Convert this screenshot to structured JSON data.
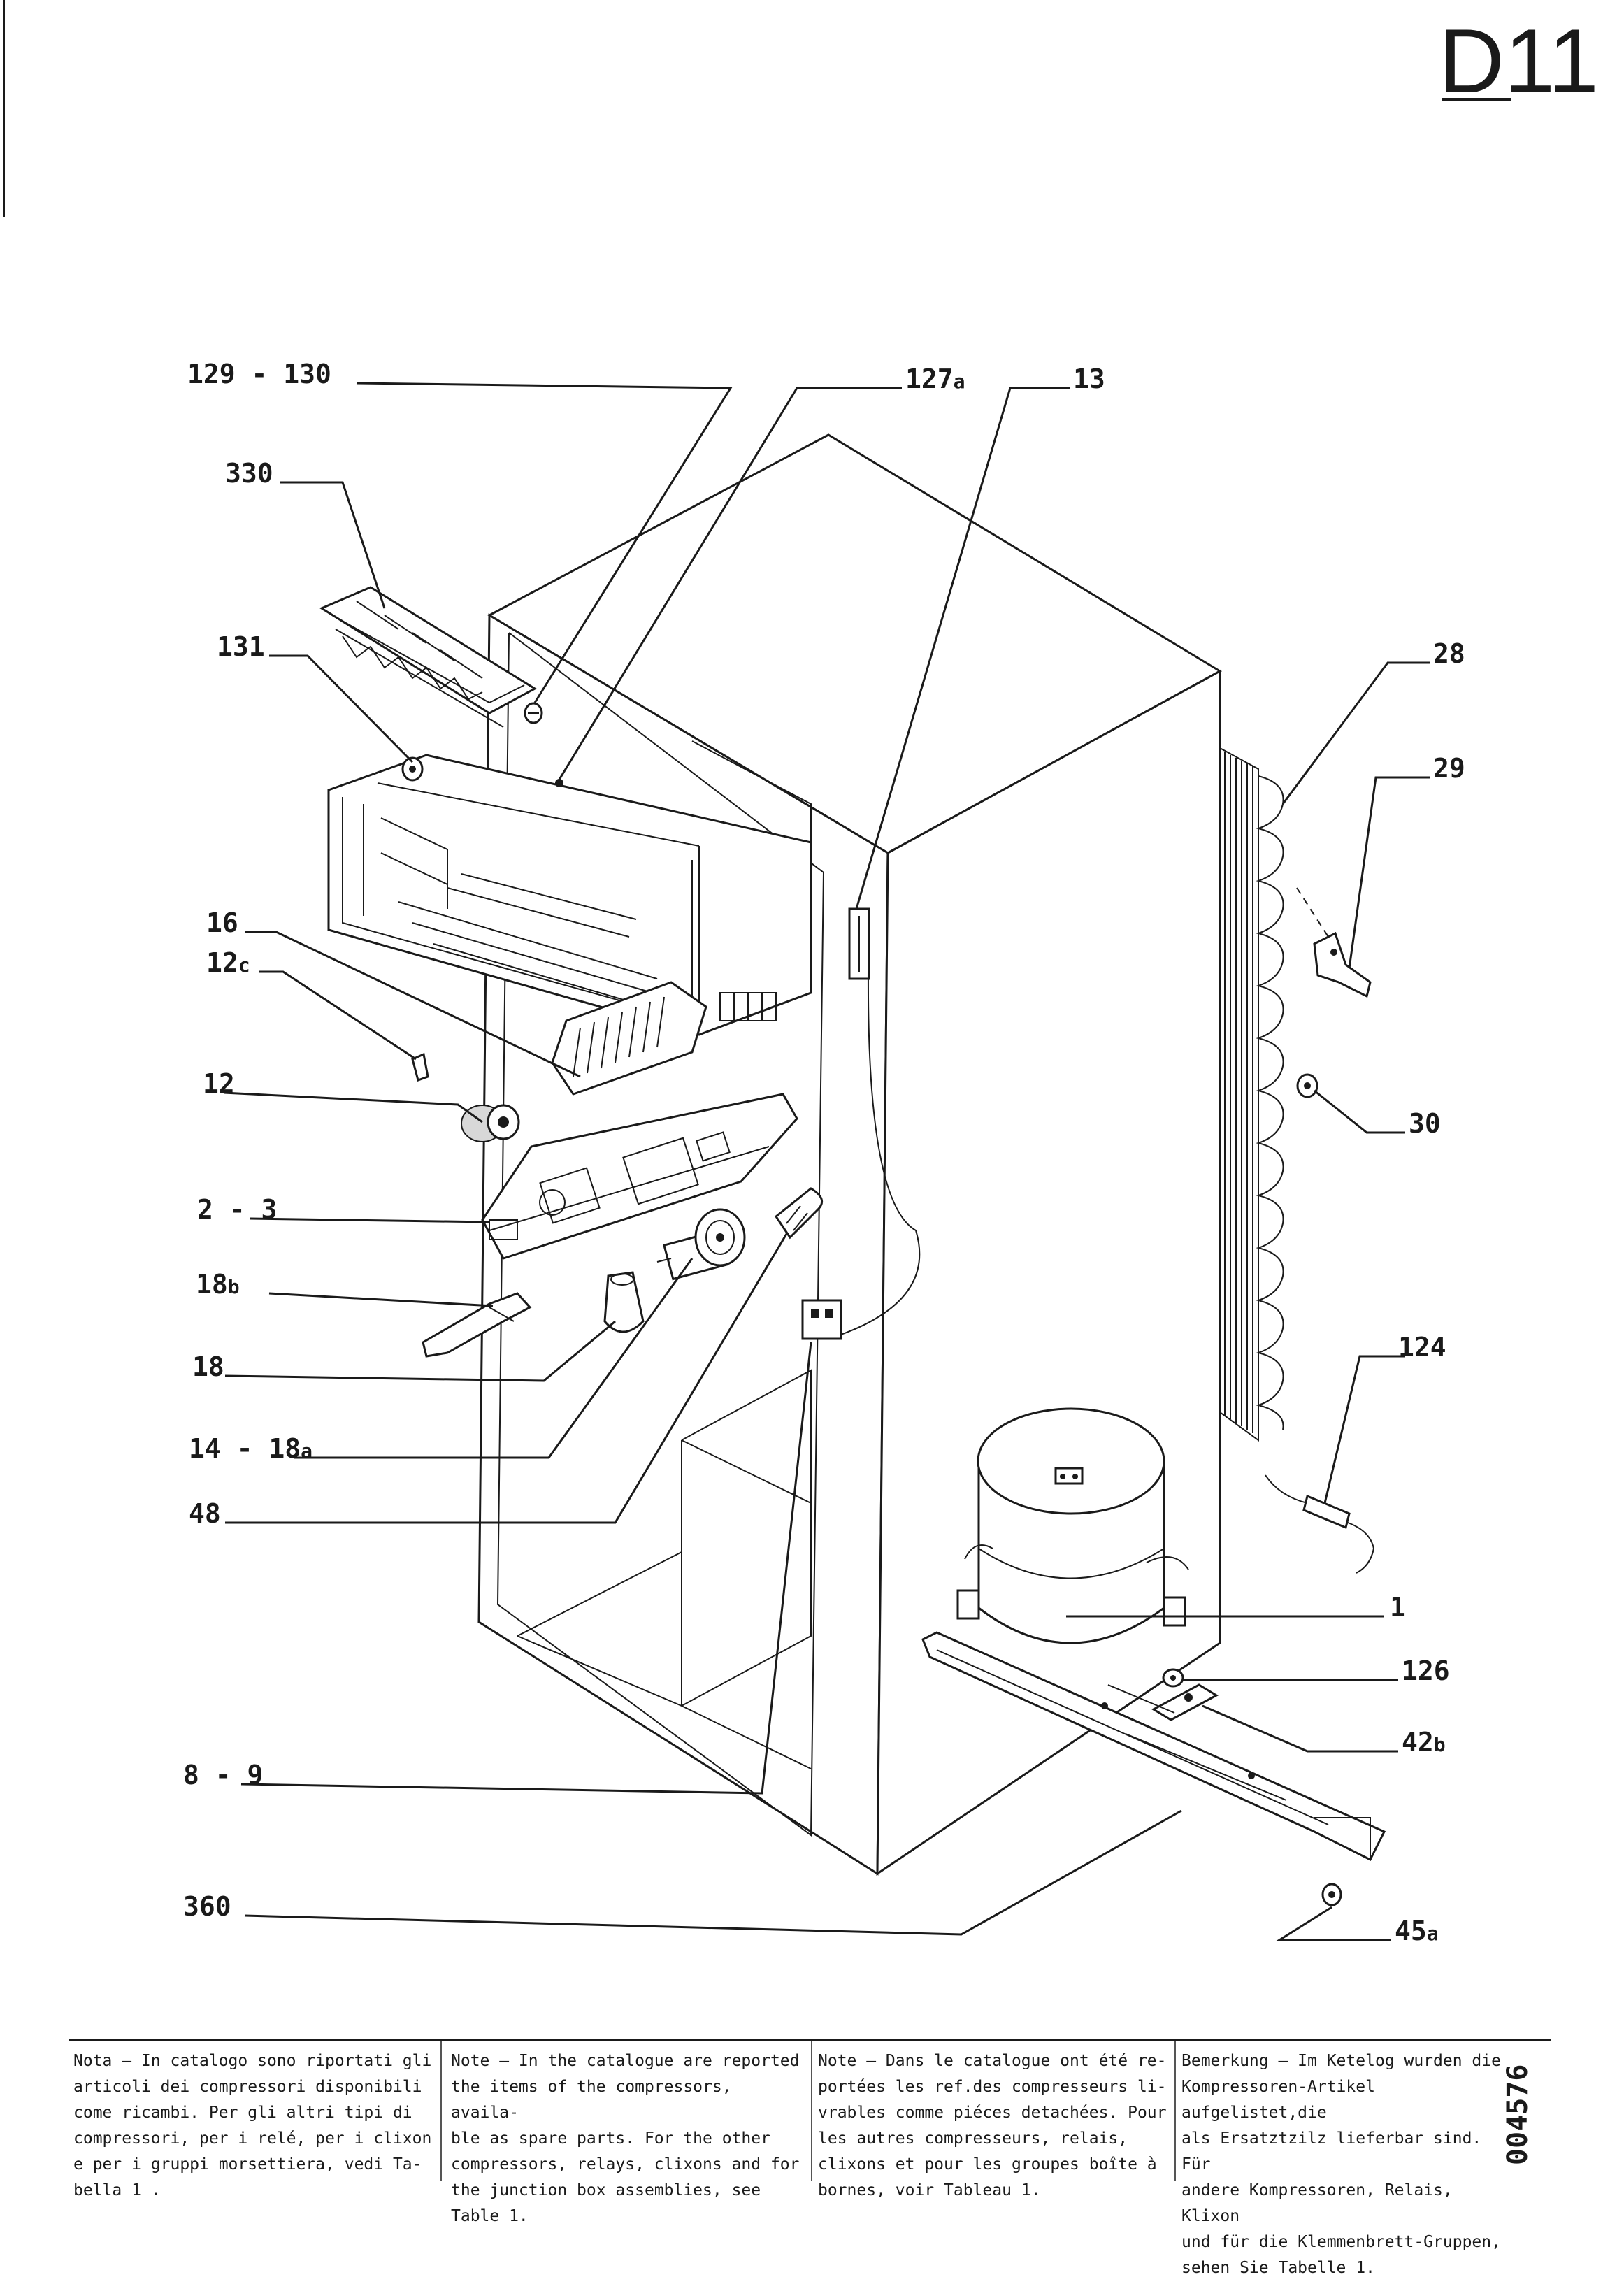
{
  "page_code": "D11",
  "document_code": "004576",
  "callouts": [
    {
      "id": "c-129-130",
      "label": "129 - 130"
    },
    {
      "id": "c-127a",
      "label": "127",
      "sub": "a"
    },
    {
      "id": "c-13",
      "label": "13"
    },
    {
      "id": "c-330",
      "label": "330"
    },
    {
      "id": "c-131",
      "label": "131"
    },
    {
      "id": "c-28",
      "label": "28"
    },
    {
      "id": "c-29",
      "label": "29"
    },
    {
      "id": "c-16",
      "label": "16"
    },
    {
      "id": "c-12c",
      "label": "12",
      "sub": "c"
    },
    {
      "id": "c-12",
      "label": "12"
    },
    {
      "id": "c-30",
      "label": "30"
    },
    {
      "id": "c-2-3",
      "label": "2 - 3"
    },
    {
      "id": "c-18b",
      "label": "18",
      "sub": "b"
    },
    {
      "id": "c-18",
      "label": "18"
    },
    {
      "id": "c-124",
      "label": "124"
    },
    {
      "id": "c-14-18a",
      "label": "14 - 18",
      "sub": "a"
    },
    {
      "id": "c-48",
      "label": "48"
    },
    {
      "id": "c-1",
      "label": "1"
    },
    {
      "id": "c-126",
      "label": "126"
    },
    {
      "id": "c-42b",
      "label": "42",
      "sub": "b"
    },
    {
      "id": "c-8-9",
      "label": "8 - 9"
    },
    {
      "id": "c-360",
      "label": "360"
    },
    {
      "id": "c-45a",
      "label": "45",
      "sub": "a"
    }
  ],
  "notes": [
    {
      "lang": "it",
      "text": "Nota – In catalogo sono riportati gli\narticoli dei compressori disponibili\ncome ricambi. Per gli altri tipi di\ncompressori, per i relé, per i clixon\ne per i gruppi morsettiera, vedi Ta-\nbella 1 ."
    },
    {
      "lang": "en",
      "text": "Note – In the catalogue are reported\nthe items of the compressors, availa-\nble as spare parts. For the other\ncompressors, relays, clixons and for\nthe junction box assemblies, see\nTable  1."
    },
    {
      "lang": "fr",
      "text": "Note – Dans le catalogue ont été re-\nportées les ref.des compresseurs li-\nvrables comme piéces detachées. Pour\nles autres compresseurs, relais,\nclixons et pour les groupes boîte à\nbornes, voir Tableau 1."
    },
    {
      "lang": "de",
      "text": "Bemerkung – Im Ketelog wurden die\nKompressoren-Artikel aufgelistet,die\nals Ersatztzilz lieferbar sind. Für\nandere Kompressoren, Relais, Klixon\nund für die Klemmenbrett-Gruppen,\nsehen Sie Tabelle 1."
    }
  ]
}
